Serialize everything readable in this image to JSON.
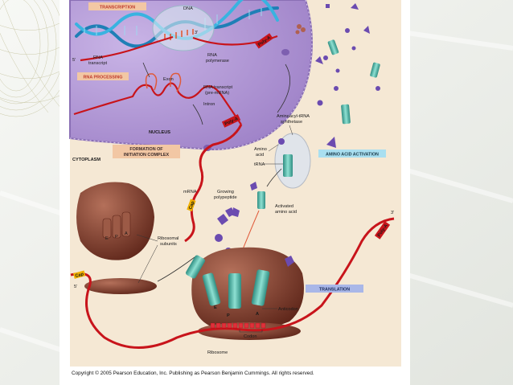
{
  "labels": {
    "transcription": "TRANSCRIPTION",
    "dna": "DNA",
    "three_prime_top": "3'",
    "five_prime_top": "5'",
    "rna_transcript_1": "RNA",
    "rna_transcript_2": "transcript",
    "rna_polymerase_1": "RNA",
    "rna_polymerase_2": "polymerase",
    "poly_a_top": "Poly-A",
    "rna_processing": "RNA PROCESSING",
    "exon": "Exon",
    "pre_mrna_1": "RNA transcript",
    "pre_mrna_2": "(pre-mRNA)",
    "intron": "Intron",
    "nucleus": "NUCLEUS",
    "poly_a_mid": "Poly-A",
    "formation_1": "FORMATION OF",
    "formation_2": "INITIATION COMPLEX",
    "cytoplasm": "CYTOPLASM",
    "aminoacyl_1": "Aminoacyl-tRNA",
    "aminoacyl_2": "synthetase",
    "amino_acid_1": "Amino",
    "amino_acid_2": "acid",
    "trna": "tRNA",
    "amino_acid_activation": "AMINO ACID ACTIVATION",
    "mrna": "mRNA",
    "growing_1": "Growing",
    "growing_2": "polypeptide",
    "activated_1": "Activated",
    "activated_2": "amino acid",
    "cap_mid": "Cap",
    "ribosomal_1": "Ribosomal",
    "ribosomal_2": "subunits",
    "three_prime_right": "3'",
    "poly_a_right": "Poly-A",
    "cap_left": "Cap",
    "five_prime_left": "5'",
    "translation": "TRANSLATION",
    "site_e": "E",
    "site_a": "A",
    "site_p": "P",
    "anticodon": "Anticodon",
    "codon": "Codon",
    "ribosome": "Ribosome"
  },
  "copyright": "Copyright © 2005 Pearson Education, Inc. Publishing as Pearson Benjamin Cummings. All rights reserved.",
  "colors": {
    "nucleus": "#b69bd6",
    "cytoplasm": "#f4e7d2",
    "mrna": "#c8141b",
    "ribosome": "#7b3a2a",
    "trna": "#5fbfae",
    "amino_acid": "#6b4bb0",
    "label_box": "#f2c7a4",
    "label_box_text": "#c0392b",
    "activation_box": "#a9dff0"
  }
}
